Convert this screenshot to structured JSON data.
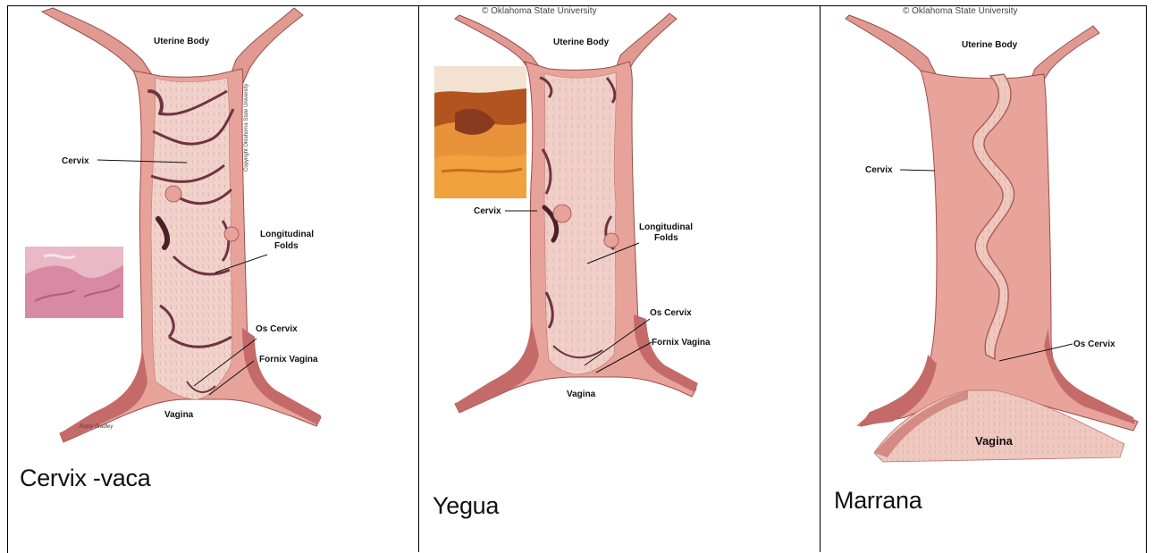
{
  "panels": [
    {
      "caption": "Cervix -vaca",
      "labels": {
        "uterine_body": "Uterine Body",
        "cervix": "Cervix",
        "longitudinal_folds_1": "Longitudinal",
        "longitudinal_folds_2": "Folds",
        "os_cervix": "Os Cervix",
        "fornix_vagina": "Fornix Vagina",
        "vagina": "Vagina",
        "copyright_vertical": "Copyright Oklahoma State University",
        "signature": "Rusty Bradley"
      }
    },
    {
      "caption": "Yegua",
      "labels": {
        "copyright": "© Oklahoma State University",
        "uterine_body": "Uterine Body",
        "cervix": "Cervix",
        "longitudinal_folds_1": "Longitudinal",
        "longitudinal_folds_2": "Folds",
        "os_cervix": "Os Cervix",
        "fornix_vagina": "Fornix Vagina",
        "vagina": "Vagina"
      }
    },
    {
      "caption": "Marrana",
      "labels": {
        "copyright": "© Oklahoma State University",
        "uterine_body": "Uterine Body",
        "cervix": "Cervix",
        "os_cervix": "Os Cervix",
        "vagina": "Vagina"
      }
    }
  ],
  "colors": {
    "tissue": "#e7a39a",
    "tissue_dark": "#c96f6b",
    "lumen": "#f0cdc5",
    "fold_shadow": "#7d3a44",
    "outer_wall": "#b55a5a"
  }
}
